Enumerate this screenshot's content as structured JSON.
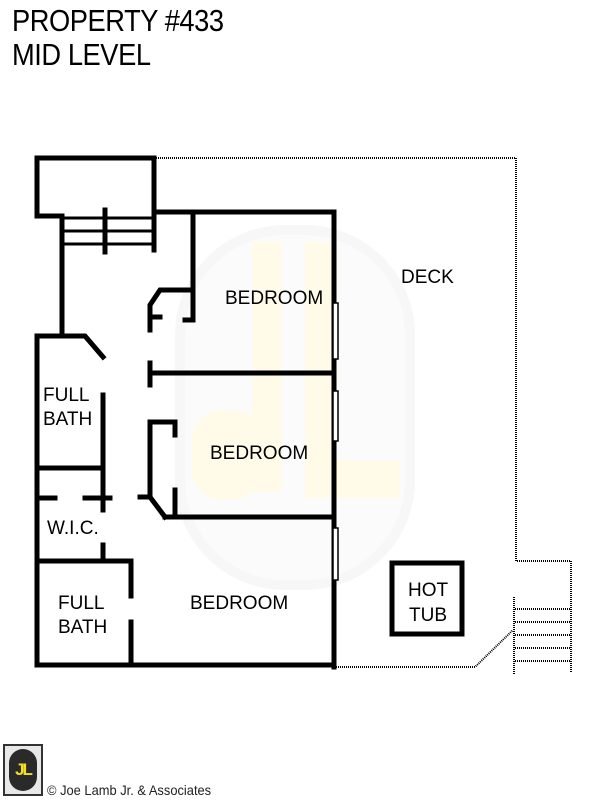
{
  "header": {
    "title_line1": "PROPERTY #433",
    "title_line2": "MID LEVEL"
  },
  "rooms": {
    "bedroom_1": "BEDROOM",
    "bedroom_2": "BEDROOM",
    "bedroom_3": "BEDROOM",
    "full_bath_1_line1": "FULL",
    "full_bath_1_line2": "BATH",
    "full_bath_2_line1": "FULL",
    "full_bath_2_line2": "BATH",
    "wic": "W.I.C.",
    "deck": "DECK",
    "hot_tub_line1": "HOT",
    "hot_tub_line2": "TUB"
  },
  "watermark": {
    "text": "JL",
    "color": "#fffbe6"
  },
  "footer": {
    "logo_text": "JL",
    "copyright": "© Joe Lamb Jr. & Associates"
  },
  "colors": {
    "wall": "#000000",
    "deck_outline": "#000000",
    "logo_yellow": "#f2e020"
  }
}
